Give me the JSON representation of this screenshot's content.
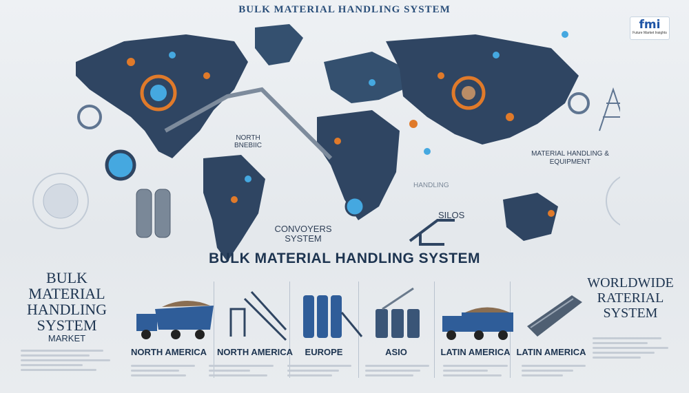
{
  "header": {
    "title": "BULK MATERIAL HANDLING SYSTEM"
  },
  "logo": {
    "mark": "fmi",
    "subtitle": "Future Market Insights"
  },
  "map": {
    "labels": {
      "north": "NORTH BNEBIIC",
      "material": "MATERIAL HANDLING & EQUIPMENT",
      "handling": "HANDLING",
      "conveyors": "CONVOYERS SYSTEM",
      "silos": "SILOS"
    }
  },
  "main_title": "BULK MATERIAL HANDLING SYSTEM",
  "left_panel": {
    "title": "BULK MATERIAL HANDLING SYSTEM",
    "subtitle": "MARKET"
  },
  "right_panel": {
    "title": "WORLDWIDE RATERIAL SYSTEM"
  },
  "regions": [
    "NORTH AMERICA",
    "NORTH AMERICA",
    "EUROPE",
    "ASIO",
    "LATIN AMERICA",
    "LATIN AMERICA"
  ],
  "colors": {
    "accent": "#2b4f7a",
    "map": "#2f4562",
    "highlight": "#e07a2a",
    "sky": "#45a8e0"
  }
}
